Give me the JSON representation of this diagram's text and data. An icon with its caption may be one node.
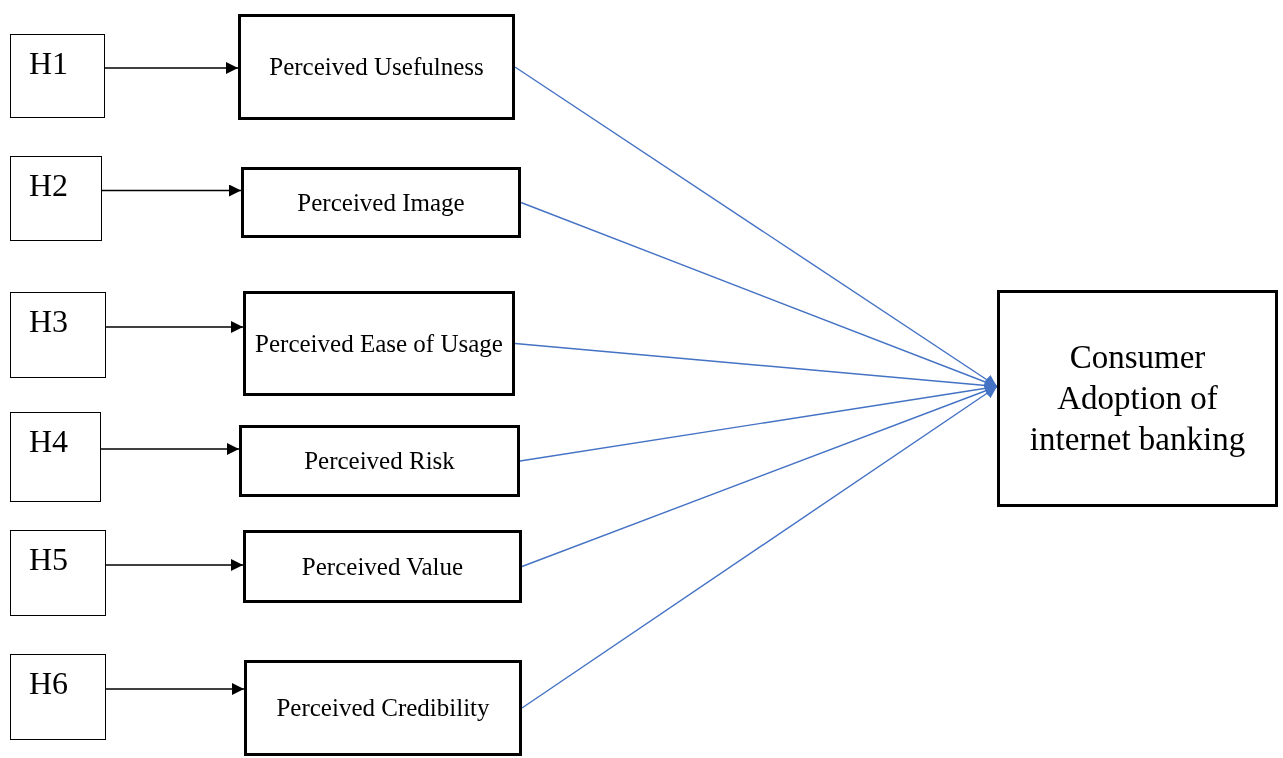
{
  "diagram": {
    "nodes": [
      {
        "text": [
          "H1"
        ]
      },
      {
        "text": [
          "Perceived Usefulness"
        ]
      },
      {
        "text": [
          "H2"
        ]
      },
      {
        "text": [
          "Perceived Image"
        ]
      },
      {
        "text": [
          "H3"
        ]
      },
      {
        "text": [
          "Perceived Ease of Usage"
        ]
      },
      {
        "text": [
          "H4"
        ]
      },
      {
        "text": [
          "Perceived Risk"
        ]
      },
      {
        "text": [
          "H5"
        ]
      },
      {
        "text": [
          "Perceived Value"
        ]
      },
      {
        "text": [
          "H6"
        ]
      },
      {
        "text": [
          "Perceived Credibility"
        ]
      },
      {
        "text": [
          "Consumer Adoption of internet banking"
        ]
      }
    ],
    "edges": [
      {
        "from": 0,
        "to": 1,
        "arrow": "to"
      },
      {
        "from": 2,
        "to": 3,
        "arrow": "to"
      },
      {
        "from": 4,
        "to": 5,
        "arrow": "to"
      },
      {
        "from": 6,
        "to": 7,
        "arrow": "to"
      },
      {
        "from": 8,
        "to": 9,
        "arrow": "to"
      },
      {
        "from": 10,
        "to": 11,
        "arrow": "to"
      },
      {
        "from": 1,
        "to": 12,
        "arrow": "to",
        "color": "#4472c4"
      },
      {
        "from": 3,
        "to": 12,
        "arrow": "to",
        "color": "#4472c4"
      },
      {
        "from": 5,
        "to": 12,
        "arrow": "to",
        "color": "#4472c4"
      },
      {
        "from": 7,
        "to": 12,
        "arrow": "to",
        "color": "#4472c4"
      },
      {
        "from": 9,
        "to": 12,
        "arrow": "to",
        "color": "#4472c4"
      },
      {
        "from": 11,
        "to": 12,
        "arrow": "to",
        "color": "#4472c4"
      }
    ]
  }
}
